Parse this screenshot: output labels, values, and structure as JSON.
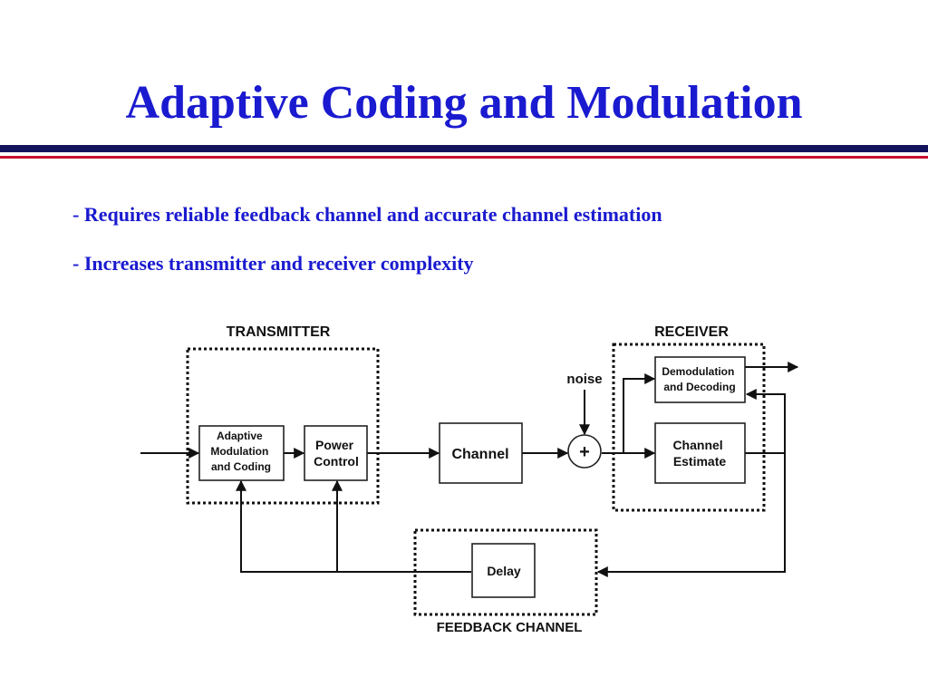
{
  "slide": {
    "title": "Adaptive Coding and Modulation",
    "bullets": [
      "- Requires reliable feedback channel and accurate channel estimation",
      "- Increases transmitter and receiver complexity"
    ]
  },
  "diagram": {
    "transmitter_label": "TRANSMITTER",
    "receiver_label": "RECEIVER",
    "feedback_label": "FEEDBACK CHANNEL",
    "adaptive_block": [
      "Adaptive",
      "Modulation",
      "and Coding"
    ],
    "power_block": [
      "Power",
      "Control"
    ],
    "channel_block": "Channel",
    "adder_symbol": "+",
    "noise_label": "noise",
    "demod_block": [
      "Demodulation",
      "and Decoding"
    ],
    "estimate_block": [
      "Channel",
      "Estimate"
    ],
    "delay_block": "Delay"
  }
}
